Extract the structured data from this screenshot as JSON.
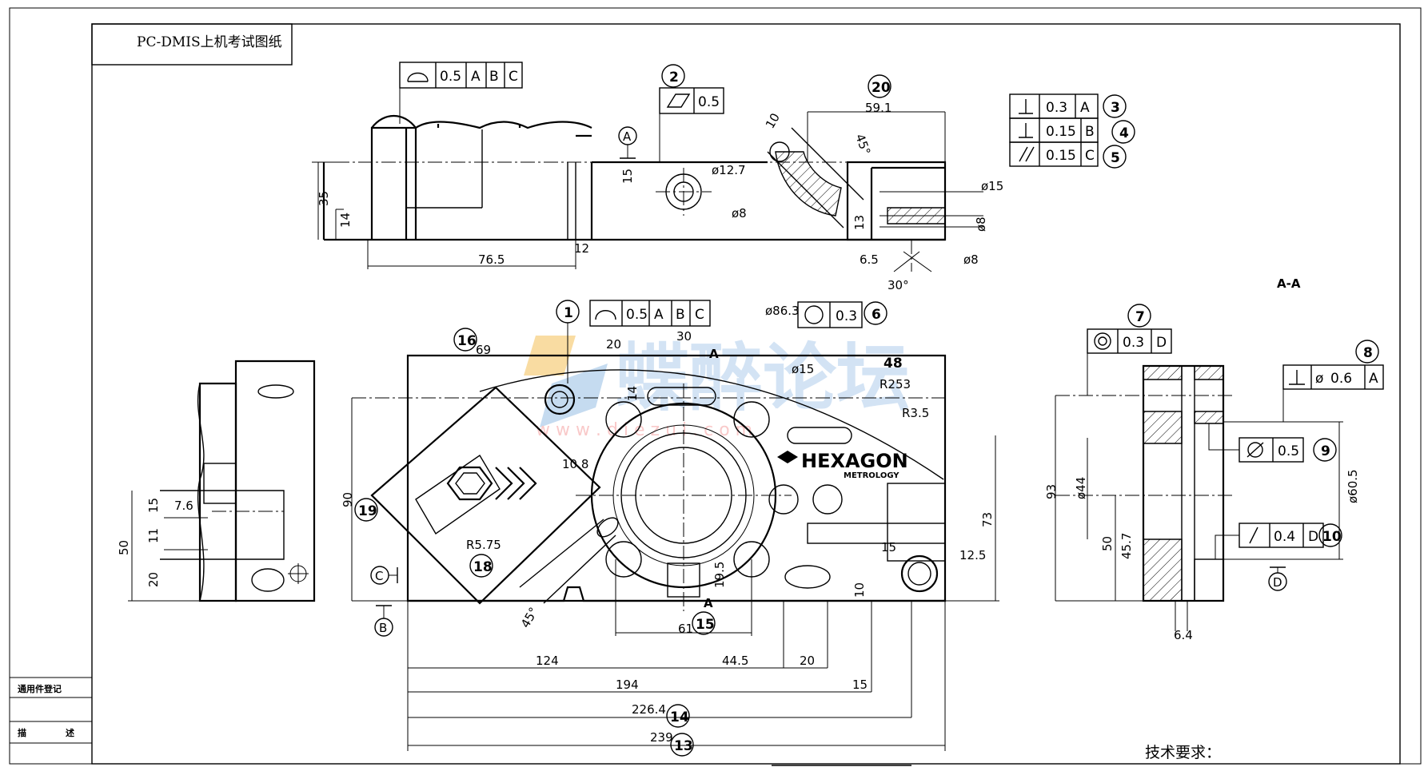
{
  "title_block": {
    "title": "PC-DMIS上机考试图纸"
  },
  "left_table": {
    "row1": "通用件登记",
    "row2_a": "描",
    "row2_b": "述"
  },
  "section_label": "A-A",
  "footer": {
    "tech_req": "技术要求："
  },
  "watermark": {
    "main": "蝶醉论坛",
    "url": "w w w . d i e z u i . c o m"
  },
  "logo": {
    "brand": "HEXAGON",
    "sub": "METROLOGY"
  },
  "datums": {
    "A": "A",
    "B": "B",
    "C": "C",
    "D": "D"
  },
  "balloons": [
    "1",
    "2",
    "3",
    "4",
    "5",
    "6",
    "7",
    "8",
    "9",
    "10",
    "13",
    "14",
    "15",
    "16",
    "18",
    "19",
    "20"
  ],
  "fcf": {
    "f_top": {
      "value": "0.5",
      "refs": [
        "A",
        "B",
        "C"
      ]
    },
    "f1": {
      "value": "0.5",
      "refs": [
        "A",
        "B",
        "C"
      ]
    },
    "f2": {
      "value": "0.5"
    },
    "f3": {
      "value": "0.3",
      "ref": "A"
    },
    "f4": {
      "value": "0.15",
      "ref": "B"
    },
    "f5": {
      "value": "0.15",
      "ref": "C"
    },
    "f6": {
      "value": "0.3"
    },
    "f7": {
      "value": "0.3",
      "ref": "D"
    },
    "f8": {
      "value": "0.6",
      "ref": "A"
    },
    "f9": {
      "value": "0.5"
    },
    "f10": {
      "value": "0.4",
      "ref": "D"
    }
  },
  "dims": {
    "d59_1": "59.1",
    "d76_5": "76.5",
    "d35": "35",
    "d14": "14",
    "d12": "12",
    "d15": "15",
    "d12_7": "ø12.7",
    "d8a": "ø8",
    "d10": "10",
    "d15a": "ø15",
    "d8b": "ø8",
    "d8c": "ø8",
    "d13": "13",
    "d6_5": "6.5",
    "d30deg": "30°",
    "d45": "45°",
    "d45b": "45°",
    "d86_3": "ø86.3",
    "d30": "30",
    "d20": "20",
    "d69": "69",
    "d14b": "14",
    "dA1": "A",
    "dA2": "A",
    "d48": "48",
    "d15b": "ø15",
    "dR253": "R253",
    "dR3_5": "R3.5",
    "d10_8": "10.8",
    "d90": "90",
    "d73": "73",
    "dR5_75": "R5.75",
    "d19_5": "19.5",
    "d61": "61",
    "d15c": "15",
    "d12_5": "12.5",
    "d124": "124",
    "d44_5": "44.5",
    "d20b": "20",
    "d194": "194",
    "d15d": "15",
    "d226_4": "226.4",
    "d239": "239",
    "d7_6": "7.6",
    "d15e": "15",
    "d11": "11",
    "d50": "50",
    "d20c": "20",
    "d93": "93",
    "d44": "ø44",
    "d50b": "50",
    "d45_7": "45.7",
    "d60_5": "ø60.5",
    "d6_4": "6.4"
  }
}
